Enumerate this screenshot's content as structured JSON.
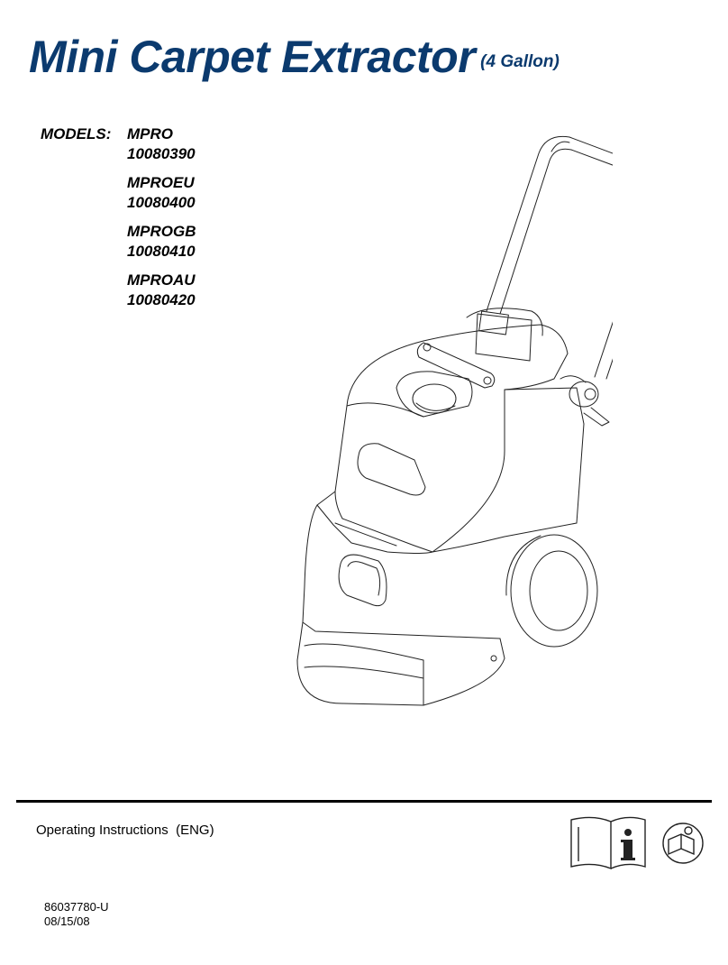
{
  "title": {
    "main": "Mini Carpet Extractor",
    "sub": "(4 Gallon)",
    "color": "#0b3a6e"
  },
  "models": {
    "label": "MODELS:",
    "items": [
      {
        "name": "MPRO",
        "number": "10080390"
      },
      {
        "name": "MPROEU",
        "number": "10080400"
      },
      {
        "name": "MPROGB",
        "number": "10080410"
      },
      {
        "name": "MPROAU",
        "number": "10080420"
      }
    ]
  },
  "footer": {
    "operating_instructions": "Operating Instructions  (ENG)",
    "icons": [
      "manual-book-icon",
      "info-i-icon",
      "read-manual-icon"
    ],
    "document_number": "86037780-U",
    "date": "08/15/08"
  }
}
